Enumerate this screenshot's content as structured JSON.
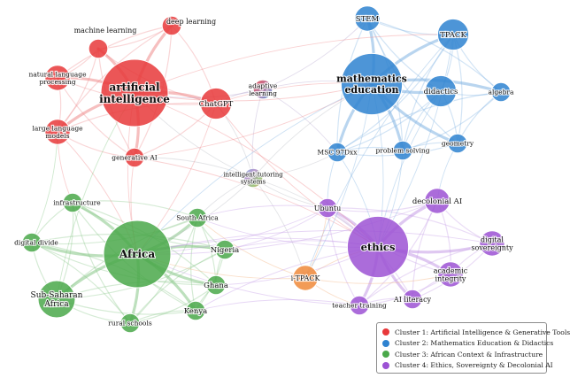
{
  "clusters": [
    {
      "id": "ai",
      "color": "#e8383a",
      "legend": "Cluster 1: Artificial Intelligence & Generative Tools"
    },
    {
      "id": "math",
      "color": "#2e82d0",
      "legend": "Cluster 2: Mathematics Education & Didactics"
    },
    {
      "id": "africa",
      "color": "#4aa84a",
      "legend": "Cluster 3: African Context & Infrastructure"
    },
    {
      "id": "ethics",
      "color": "#9c52d4",
      "legend": "Cluster 4: Ethics, Sovereignty & Decolonial AI"
    }
  ],
  "bridge_color": "#f08a3a",
  "nodes": [
    {
      "id": "artificial-intelligence",
      "label": [
        "artificial",
        "intelligence"
      ],
      "cluster": "ai",
      "weight": 10,
      "bold": true
    },
    {
      "id": "machine-learning",
      "label": [
        "machine learning"
      ],
      "cluster": "ai",
      "weight": 2,
      "bold": false
    },
    {
      "id": "deep-learning",
      "label": [
        "deep learning"
      ],
      "cluster": "ai",
      "weight": 2,
      "bold": false
    },
    {
      "id": "natural-language-processing",
      "label": [
        "natural language",
        "processing"
      ],
      "cluster": "ai",
      "weight": 3,
      "bold": false
    },
    {
      "id": "chatgpt",
      "label": [
        "ChatGPT"
      ],
      "cluster": "ai",
      "weight": 4,
      "bold": false
    },
    {
      "id": "large-language-models",
      "label": [
        "large language",
        "models"
      ],
      "cluster": "ai",
      "weight": 3,
      "bold": false
    },
    {
      "id": "generative-ai",
      "label": [
        "generative AI"
      ],
      "cluster": "ai",
      "weight": 2,
      "bold": false
    },
    {
      "id": "adaptive-learning",
      "label": [
        "adaptive",
        "learning"
      ],
      "cluster": "mixed-ai-math",
      "weight": 2,
      "bold": false
    },
    {
      "id": "stem",
      "label": [
        "STEM"
      ],
      "cluster": "math",
      "weight": 3,
      "bold": false
    },
    {
      "id": "tpack",
      "label": [
        "TPACK"
      ],
      "cluster": "math",
      "weight": 4,
      "bold": false
    },
    {
      "id": "mathematics-education",
      "label": [
        "mathematics",
        "education"
      ],
      "cluster": "math",
      "weight": 9,
      "bold": true
    },
    {
      "id": "didactics",
      "label": [
        "didactics"
      ],
      "cluster": "math",
      "weight": 4,
      "bold": false
    },
    {
      "id": "algebra",
      "label": [
        "algebra"
      ],
      "cluster": "math",
      "weight": 2,
      "bold": false
    },
    {
      "id": "geometry",
      "label": [
        "geometry"
      ],
      "cluster": "math",
      "weight": 2,
      "bold": false
    },
    {
      "id": "problem-solving",
      "label": [
        "problem solving"
      ],
      "cluster": "math",
      "weight": 2,
      "bold": false
    },
    {
      "id": "msc-97dxx",
      "label": [
        "MSC 97Dxx"
      ],
      "cluster": "math",
      "weight": 2,
      "bold": false
    },
    {
      "id": "intelligent-tutoring-systems",
      "label": [
        "intelligent tutoring",
        "systems"
      ],
      "cluster": "mixed-all",
      "weight": 2,
      "bold": false
    },
    {
      "id": "africa",
      "label": [
        "Africa"
      ],
      "cluster": "africa",
      "weight": 10,
      "bold": true
    },
    {
      "id": "infrastructure",
      "label": [
        "infrastructure"
      ],
      "cluster": "africa",
      "weight": 2,
      "bold": false
    },
    {
      "id": "digital-divide",
      "label": [
        "digital divide"
      ],
      "cluster": "africa",
      "weight": 2,
      "bold": false
    },
    {
      "id": "sub-saharan-africa",
      "label": [
        "Sub-Saharan",
        "Africa"
      ],
      "cluster": "africa",
      "weight": 5,
      "bold": false
    },
    {
      "id": "rural-schools",
      "label": [
        "rural schools"
      ],
      "cluster": "africa",
      "weight": 2,
      "bold": false
    },
    {
      "id": "south-africa",
      "label": [
        "South Africa"
      ],
      "cluster": "africa",
      "weight": 2,
      "bold": false
    },
    {
      "id": "nigeria",
      "label": [
        "Nigeria"
      ],
      "cluster": "africa",
      "weight": 2,
      "bold": false
    },
    {
      "id": "ghana",
      "label": [
        "Ghana"
      ],
      "cluster": "africa",
      "weight": 2,
      "bold": false
    },
    {
      "id": "kenya",
      "label": [
        "Kenya"
      ],
      "cluster": "africa",
      "weight": 2,
      "bold": false
    },
    {
      "id": "ethics",
      "label": [
        "ethics"
      ],
      "cluster": "ethics",
      "weight": 9,
      "bold": true
    },
    {
      "id": "ubuntu",
      "label": [
        "Ubuntu"
      ],
      "cluster": "ethics",
      "weight": 2,
      "bold": false
    },
    {
      "id": "decolonial-ai",
      "label": [
        "decolonial AI"
      ],
      "cluster": "ethics",
      "weight": 3,
      "bold": false
    },
    {
      "id": "digital-sovereignty",
      "label": [
        "digital",
        "sovereignty"
      ],
      "cluster": "ethics",
      "weight": 3,
      "bold": false
    },
    {
      "id": "academic-integrity",
      "label": [
        "academic",
        "integrity"
      ],
      "cluster": "ethics",
      "weight": 3,
      "bold": false
    },
    {
      "id": "ai-literacy",
      "label": [
        "AI literacy"
      ],
      "cluster": "ethics",
      "weight": 2,
      "bold": false
    },
    {
      "id": "teacher-training",
      "label": [
        "teacher training"
      ],
      "cluster": "ethics",
      "weight": 2,
      "bold": false
    },
    {
      "id": "i-tpack",
      "label": [
        "i-TPACK"
      ],
      "cluster": "bridge",
      "weight": 3,
      "bold": false
    }
  ]
}
